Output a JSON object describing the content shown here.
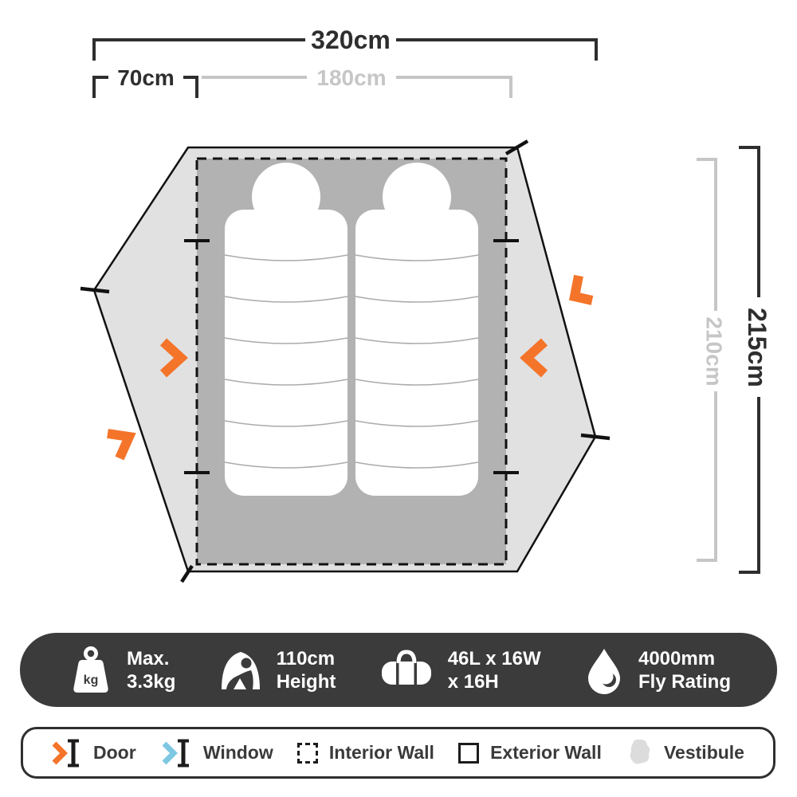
{
  "diagram": {
    "dimensions": {
      "total_width": "320cm",
      "vestibule_depth": "70cm",
      "interior_width": "180cm",
      "exterior_length": "215cm",
      "interior_length": "210cm"
    },
    "sleeping_bags": 2,
    "colors": {
      "door_orange": "#F4742A",
      "window_blue": "#7EC8E3",
      "vestibule_fill": "#E1E1E1",
      "interior_fill": "#B2B2B2",
      "dim_dark": "#2E2E2E",
      "dim_light": "#C6C6C6",
      "specs_bar_bg": "#3B3B3B",
      "wall_line": "#111111"
    }
  },
  "specs_bar": {
    "items": [
      {
        "icon": "weight-kg-icon",
        "icon_label": "kg",
        "line1": "Max.",
        "line2": "3.3kg"
      },
      {
        "icon": "seated-height-icon",
        "line1": "110cm",
        "line2": "Height"
      },
      {
        "icon": "duffel-bag-icon",
        "line1": "46L x 16W",
        "line2": "x 16H"
      },
      {
        "icon": "water-drop-icon",
        "line1": "4000mm",
        "line2": "Fly Rating"
      }
    ]
  },
  "legend": {
    "items": [
      {
        "icon": "door-marker-icon",
        "label": "Door"
      },
      {
        "icon": "window-marker-icon",
        "label": "Window"
      },
      {
        "icon": "interior-wall-icon",
        "label": "Interior Wall"
      },
      {
        "icon": "exterior-wall-icon",
        "label": "Exterior Wall"
      },
      {
        "icon": "vestibule-icon",
        "label": "Vestibule"
      }
    ]
  }
}
